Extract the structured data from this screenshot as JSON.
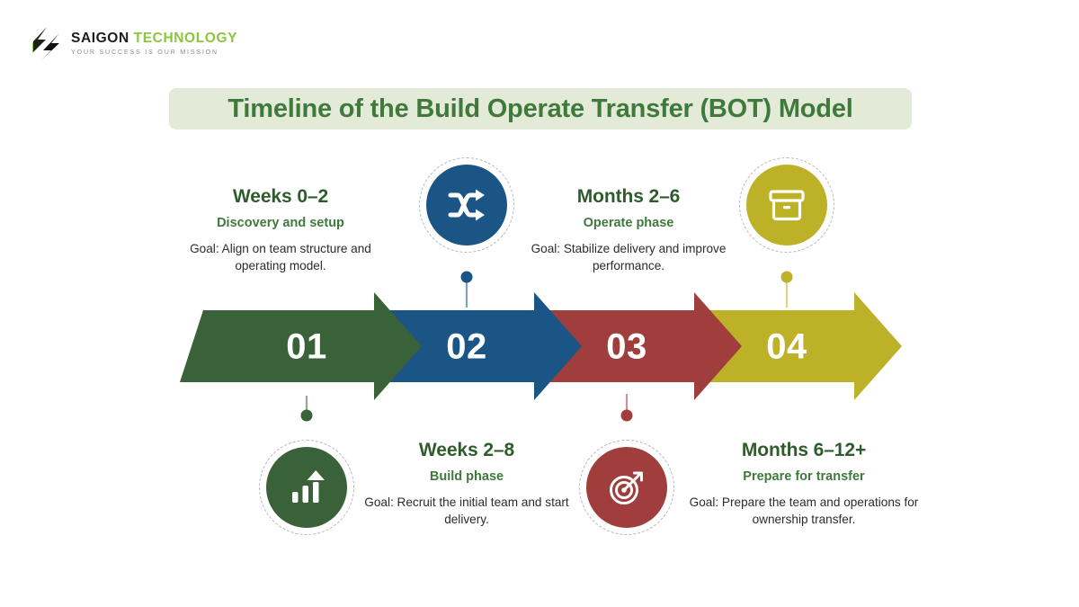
{
  "brand": {
    "logo_icon": "saigon-technology-logo-icon",
    "name_part1": "SAIGON",
    "name_part2": "TECHNOLOGY",
    "tagline": "YOUR SUCCESS IS OUR MISSION",
    "color_dark": "#1c1c1c",
    "color_green": "#8CC63E"
  },
  "header": {
    "title": "Timeline of the Build Operate Transfer (BOT) Model",
    "title_band_color": "#E3EAD7",
    "title_text_color": "#3F7A3C"
  },
  "timeline": {
    "steps": [
      {
        "number": "01",
        "heading": "Weeks 0–2",
        "subheading": "Discovery and setup",
        "goal": "Goal: Align on team structure and operating model.",
        "color": "#3A6238",
        "icon": "growth-chart-icon",
        "text_position": "above",
        "icon_position": "below"
      },
      {
        "number": "02",
        "heading": "Weeks 2–8",
        "subheading": "Build phase",
        "goal": "Goal: Recruit the initial team and start delivery.",
        "color": "#1B5586",
        "icon": "shuffle-arrows-icon",
        "text_position": "below",
        "icon_position": "above"
      },
      {
        "number": "03",
        "heading": "Months 2–6",
        "subheading": "Operate phase",
        "goal": "Goal: Stabilize delivery and improve performance.",
        "color": "#A03D3D",
        "icon": "target-arrow-icon",
        "text_position": "above",
        "icon_position": "below"
      },
      {
        "number": "04",
        "heading": "Months 6–12+",
        "subheading": "Prepare for transfer",
        "goal": "Goal: Prepare the team and operations for ownership transfer.",
        "color": "#BDB127",
        "icon": "archive-box-icon",
        "text_position": "below",
        "icon_position": "above"
      }
    ],
    "number_text_color": "#ffffff",
    "heading_color": "#2F5C2D",
    "subheading_color": "#3F7A3C",
    "goal_color": "#2b2b2b"
  }
}
